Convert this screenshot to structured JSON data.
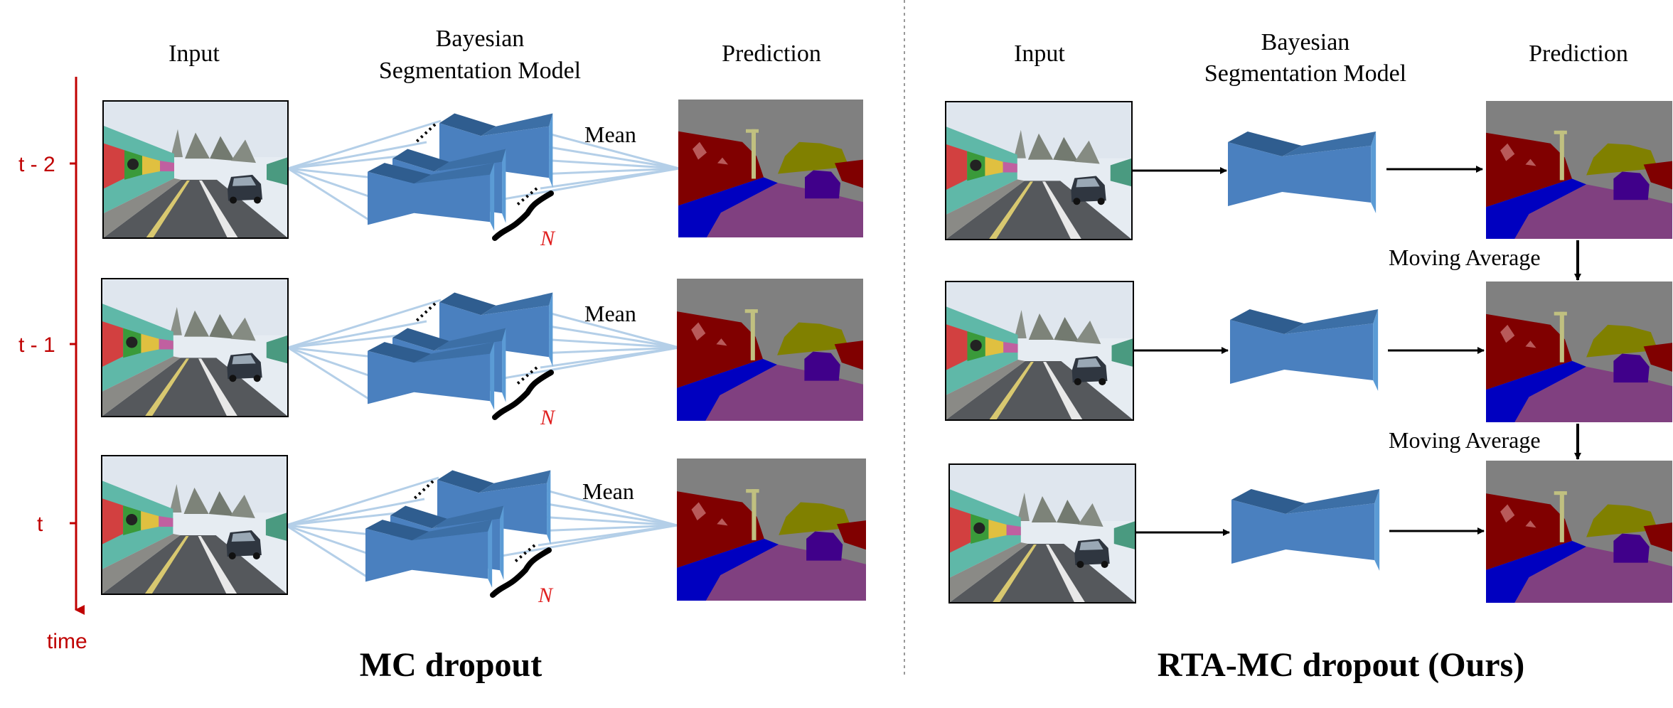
{
  "colors": {
    "time_axis": "#c00000",
    "network_front": "#4a80bf",
    "network_top": "#2f5d8f",
    "network_side": "#5b9bd5",
    "sample_lines": "#b4cfe8",
    "arrow": "#000000",
    "divider": "#999999",
    "n_label": "#e02020",
    "seg_sky": "#808080",
    "seg_building": "#800000",
    "seg_vegetation": "#808000",
    "seg_sidewalk": "#0000c0",
    "seg_road": "#804080",
    "seg_car": "#40008a",
    "seg_pole": "#c0c080"
  },
  "time_axis": {
    "labels": [
      "t - 2",
      "t - 1",
      "t"
    ],
    "axis_label": "time"
  },
  "left_panel": {
    "title": "MC dropout",
    "headers": {
      "input": "Input",
      "model_line1": "Bayesian",
      "model_line2": "Segmentation Model",
      "prediction": "Prediction"
    },
    "mean_label": "Mean",
    "n_label": "N"
  },
  "right_panel": {
    "title": "RTA-MC dropout (Ours)",
    "headers": {
      "input": "Input",
      "model_line1": "Bayesian",
      "model_line2": "Segmentation Model",
      "prediction": "Prediction"
    },
    "moving_average_label": "Moving Average"
  },
  "icons": {
    "input_photo": "street-scene-icon",
    "prediction": "segmentation-map-icon",
    "network": "encoder-decoder-network-icon"
  }
}
